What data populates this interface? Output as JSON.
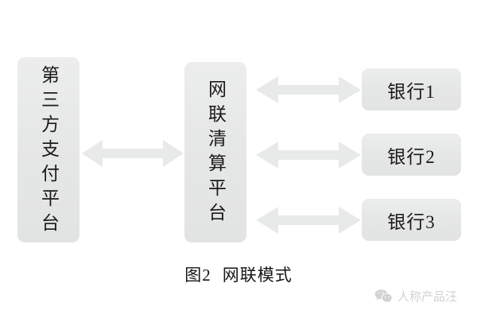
{
  "figure": {
    "caption_label": "图2",
    "caption_title": "网联模式"
  },
  "nodes": {
    "third_party": {
      "label": "第三方支付平台"
    },
    "netsunion": {
      "label": "网联清算平台"
    },
    "banks": [
      {
        "label": "银行1"
      },
      {
        "label": "银行2"
      },
      {
        "label": "银行3"
      }
    ]
  },
  "arrows": {
    "main": {
      "name": "double-headed-arrow"
    },
    "bank_1": {
      "name": "double-headed-arrow"
    },
    "bank_2": {
      "name": "double-headed-arrow"
    },
    "bank_3": {
      "name": "double-headed-arrow"
    }
  },
  "watermark": {
    "icon": "wechat-icon",
    "text": "人称产品汪"
  },
  "colors": {
    "background": "#ffffff",
    "box_fill": "#e6e7e7",
    "arrow_fill": "#e8e9e9",
    "text": "#1b1b1b",
    "watermark_text": "#6d6d6d"
  }
}
